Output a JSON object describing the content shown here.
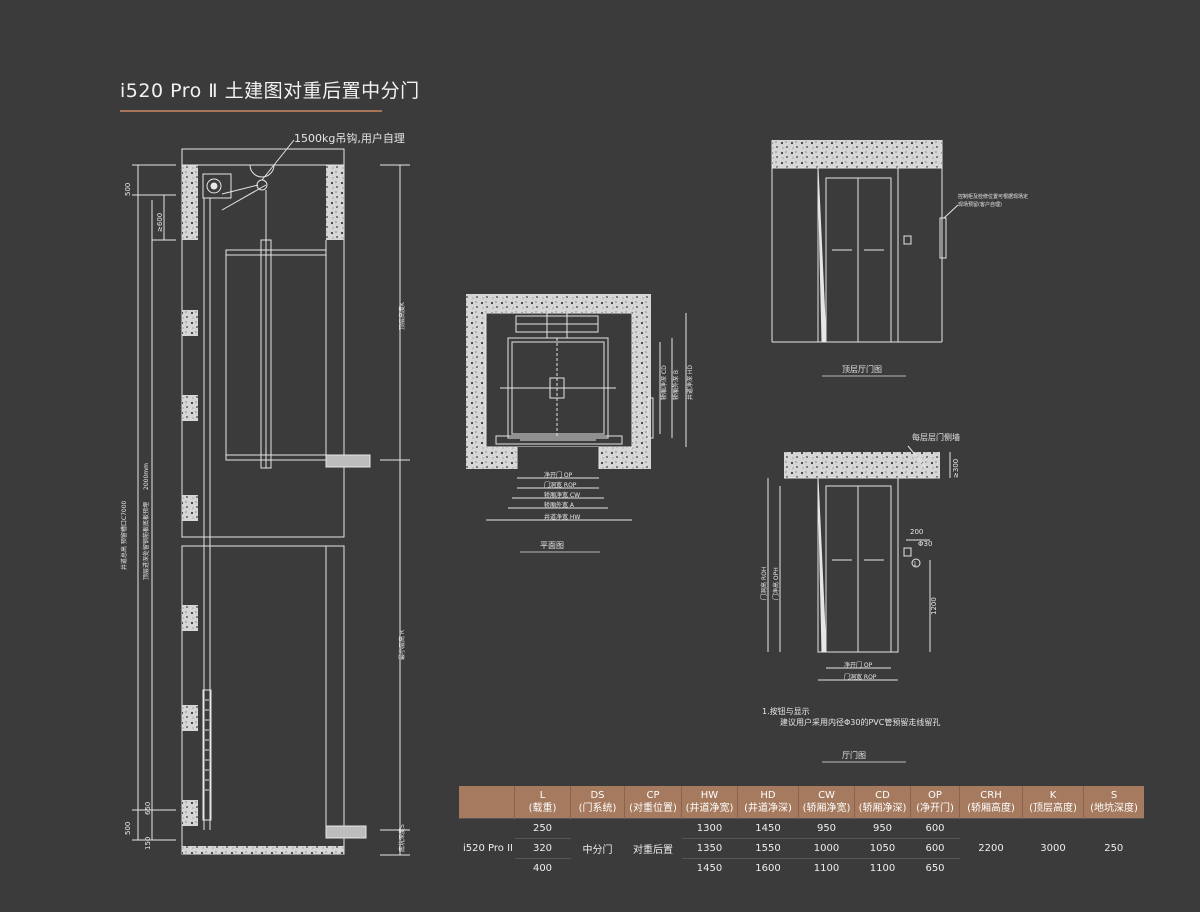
{
  "title": "i520 Pro Ⅱ 土建图对重后置中分门",
  "section": {
    "hook_label": "1500kg吊钩,用户自理",
    "dims": {
      "d500": "500",
      "d600": "≥600",
      "d2000": "2000mm",
      "d650": "650",
      "d500b": "500",
      "d150": "150",
      "hw_note": "井道总高 预留槽口C7000",
      "beam_note": "顶层高度K",
      "pit_note": "顶层进深处留钢筋板底板预埋",
      "floor_note": "最小层高 R",
      "pit_depth": "底坑深度S"
    }
  },
  "plan": {
    "caption": "平面图",
    "dims": {
      "op": "净开门 OP",
      "rop": "门洞宽 ROP",
      "cw": "轿厢净宽 CW",
      "a": "轿厢外宽 A",
      "hw": "井道净宽 HW",
      "cd": "轿厢净深 CD",
      "b": "轿厢外深 B",
      "hd": "井道净深 HD"
    }
  },
  "top_door": {
    "caption": "顶层厅门图",
    "side_note_1": "控制柜及检修位置可根据现场定",
    "side_note_2": "现场预留(客户自理)"
  },
  "hall_door": {
    "caption": "厅门图",
    "wall_label": "每层层门侧墙",
    "dims": {
      "d300": "≥300",
      "d200": "200",
      "phi30": "Φ30",
      "d1200": "1200",
      "roh": "门洞高 ROH",
      "oph": "门净高 OPH",
      "op": "净开门 OP",
      "rop": "门洞宽 ROP",
      "circle1": "1"
    }
  },
  "notes": {
    "line1": "1.按钮与显示",
    "line2": "建议用户采用内径Φ30的PVC管预留走线留孔"
  },
  "table": {
    "headers": [
      {
        "code": "",
        "name": ""
      },
      {
        "code": "L",
        "name": "(载重)"
      },
      {
        "code": "DS",
        "name": "(门系统)"
      },
      {
        "code": "CP",
        "name": "(对重位置)"
      },
      {
        "code": "HW",
        "name": "(井道净宽)"
      },
      {
        "code": "HD",
        "name": "(井道净深)"
      },
      {
        "code": "CW",
        "name": "(轿厢净宽)"
      },
      {
        "code": "CD",
        "name": "(轿厢净深)"
      },
      {
        "code": "OP",
        "name": "(净开门)"
      },
      {
        "code": "CRH",
        "name": "(轿厢高度)"
      },
      {
        "code": "K",
        "name": "(顶层高度)"
      },
      {
        "code": "S",
        "name": "(地坑深度)"
      }
    ],
    "model": "i520 Pro II",
    "ds": "中分门",
    "cp": "对重后置",
    "crh": "2200",
    "k": "3000",
    "s": "250",
    "rows": [
      {
        "L": "250",
        "HW": "1300",
        "HD": "1450",
        "CW": "950",
        "CD": "950",
        "OP": "600"
      },
      {
        "L": "320",
        "HW": "1350",
        "HD": "1550",
        "CW": "1000",
        "CD": "1050",
        "OP": "600"
      },
      {
        "L": "400",
        "HW": "1450",
        "HD": "1600",
        "CW": "1100",
        "CD": "1100",
        "OP": "650"
      }
    ]
  },
  "colors": {
    "background": "#3b3b3b",
    "accent": "#a57a5e",
    "line": "#e6e6e6"
  }
}
